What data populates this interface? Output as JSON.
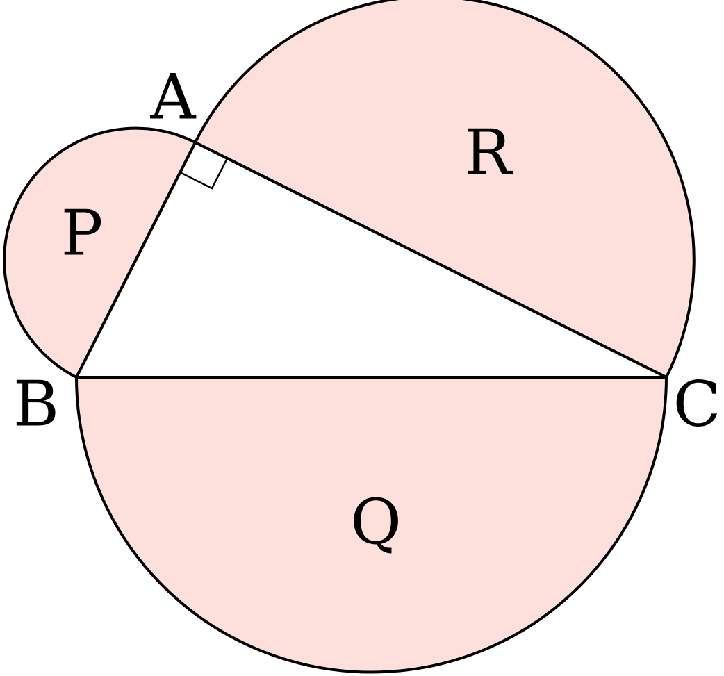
{
  "colors": {
    "region_fill": "#fde0dc",
    "stroke": "#000000",
    "background": "#ffffff"
  },
  "vertices": {
    "A": "A",
    "B": "B",
    "C": "C"
  },
  "regions": {
    "P": "P",
    "Q": "Q",
    "R": "R"
  }
}
